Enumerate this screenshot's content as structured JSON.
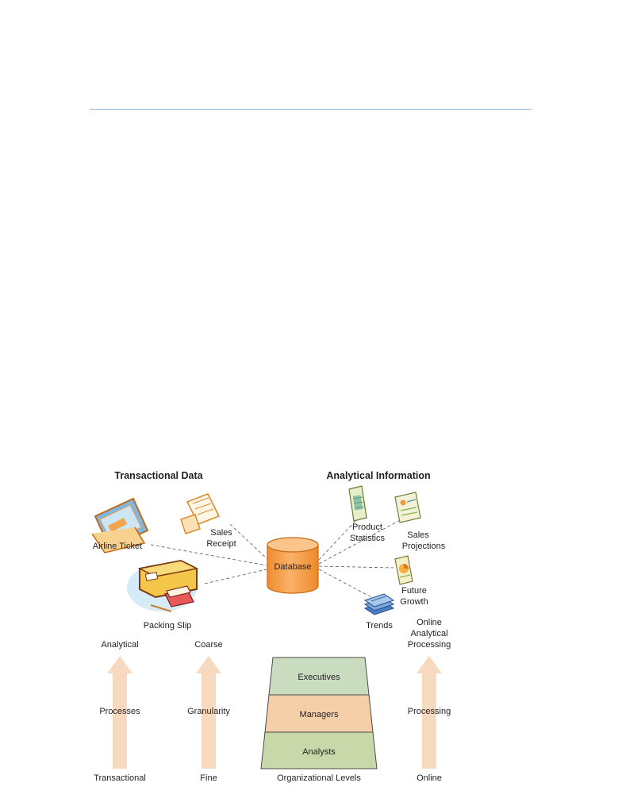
{
  "diagram": {
    "transactional_title": "Transactional Data",
    "analytical_title": "Analytical Information",
    "sources": {
      "airline_ticket": "Airline Ticket",
      "sales_receipt_1": "Sales",
      "sales_receipt_2": "Receipt",
      "packing_slip": "Packing Slip"
    },
    "database": "Database",
    "outputs": {
      "product_statistics_1": "Product",
      "product_statistics_2": "Statistics",
      "sales_projections_1": "Sales",
      "sales_projections_2": "Projections",
      "future_growth_1": "Future",
      "future_growth_2": "Growth",
      "trends": "Trends"
    },
    "processes_arrow": {
      "top": "Analytical",
      "middle": "Processes",
      "bottom": "Transactional"
    },
    "granularity_arrow": {
      "top": "Coarse",
      "middle": "Granularity",
      "bottom": "Fine"
    },
    "processing_arrow": {
      "top_1": "Online",
      "top_2": "Analytical",
      "top_3": "Processing",
      "middle": "Processing",
      "bottom": "Online"
    },
    "levels": {
      "executives": "Executives",
      "managers": "Managers",
      "analysts": "Analysts",
      "caption": "Organizational Levels"
    },
    "colors": {
      "rule": "#8fb2d9",
      "database": "#f5a85a",
      "arrow": "#f6d9bf",
      "executives": "#c9dcc0",
      "managers": "#f4cfa8",
      "analysts": "#c9d8a8"
    }
  }
}
